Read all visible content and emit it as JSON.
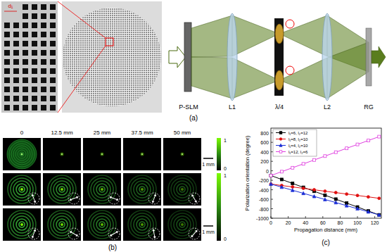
{
  "diagram": {
    "labels": [
      "d₁",
      "P-SLM",
      "L1",
      "λ/4",
      "L2",
      "RG",
      "(a)",
      "0",
      "12.5 mm",
      "25 mm",
      "37.5 mm",
      "50 mm",
      "1",
      "0",
      "1 mm",
      "1",
      "0",
      "1 mm",
      "(b)",
      "Polarization orientation (degree)",
      "Propagation distance (mm)",
      "800",
      "600",
      "400",
      "200",
      "0",
      "-200",
      "-400",
      "-600",
      "-800",
      "-1000",
      "0",
      "20",
      "40",
      "60",
      "80",
      "100",
      "120",
      "(c)"
    ],
    "legend": [
      {
        "text": "l₁=6, l₂=12"
      },
      {
        "text": "l₁=8, l₂=10"
      },
      {
        "text": "l₁=4, l₂=10"
      },
      {
        "text": "l₁=12, l₂=6"
      }
    ]
  }
}
